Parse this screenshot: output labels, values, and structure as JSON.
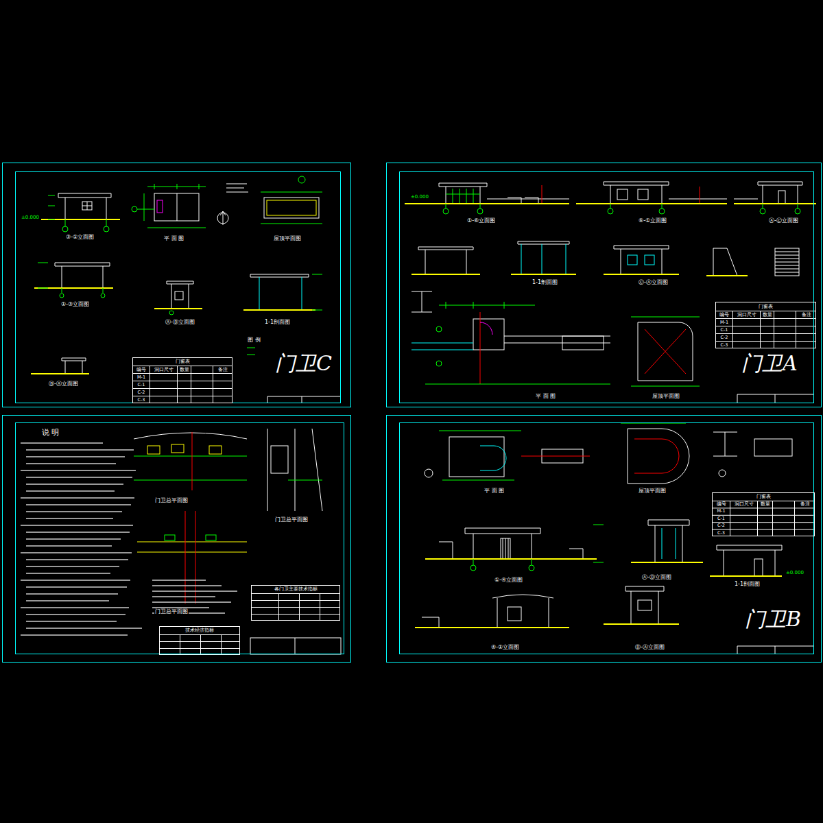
{
  "diagram": {
    "nodes": [
      {
        "text": [
          "门卫C"
        ]
      },
      {
        "text": [
          "门卫A"
        ]
      },
      {
        "text": [
          "说 明"
        ]
      },
      {
        "text": [
          "门卫B"
        ]
      },
      {
        "text": [
          "门窗表"
        ],
        "in": 0
      },
      {
        "text": [
          "门窗表"
        ],
        "in": 1
      },
      {
        "text": [
          "各门卫主要技术指标"
        ],
        "in": 2
      },
      {
        "text": [
          "技术经济指标"
        ],
        "in": 2
      },
      {
        "text": [
          "门窗表"
        ],
        "in": 3
      }
    ],
    "labels": [
      "③-①立面图",
      "平 面 图",
      "屋顶平面图",
      "±0.000",
      "①-③立面图",
      "Ⓐ-Ⓑ立面图",
      "1-1剖面图",
      "图 例",
      "Ⓑ-Ⓐ立面图",
      "编号",
      "洞口尺寸",
      "数量",
      "备注",
      "M-1",
      "C-1",
      "C-2",
      "C-3",
      "①-⑥立面图",
      "⑥-①立面图",
      "Ⓐ-Ⓒ立面图",
      "±0.000",
      "1-1剖面图",
      "Ⓒ-Ⓐ立面图",
      "平 面 图",
      "屋顶平面图",
      "编号",
      "洞口尺寸",
      "数量",
      "备注",
      "M-1",
      "C-1",
      "C-2",
      "C-3",
      "门卫总平面图",
      "门卫总平面图",
      "门卫总平面图",
      "平 面 图",
      "屋顶平面图",
      "编号",
      "洞口尺寸",
      "数量",
      "备注",
      "M-1",
      "C-1",
      "C-2",
      "C-3",
      "Ⓐ-Ⓑ立面图",
      "1-1剖面图",
      "±0.000",
      "①-④立面图",
      "④-①立面图",
      "Ⓑ-Ⓐ立面图"
    ]
  }
}
